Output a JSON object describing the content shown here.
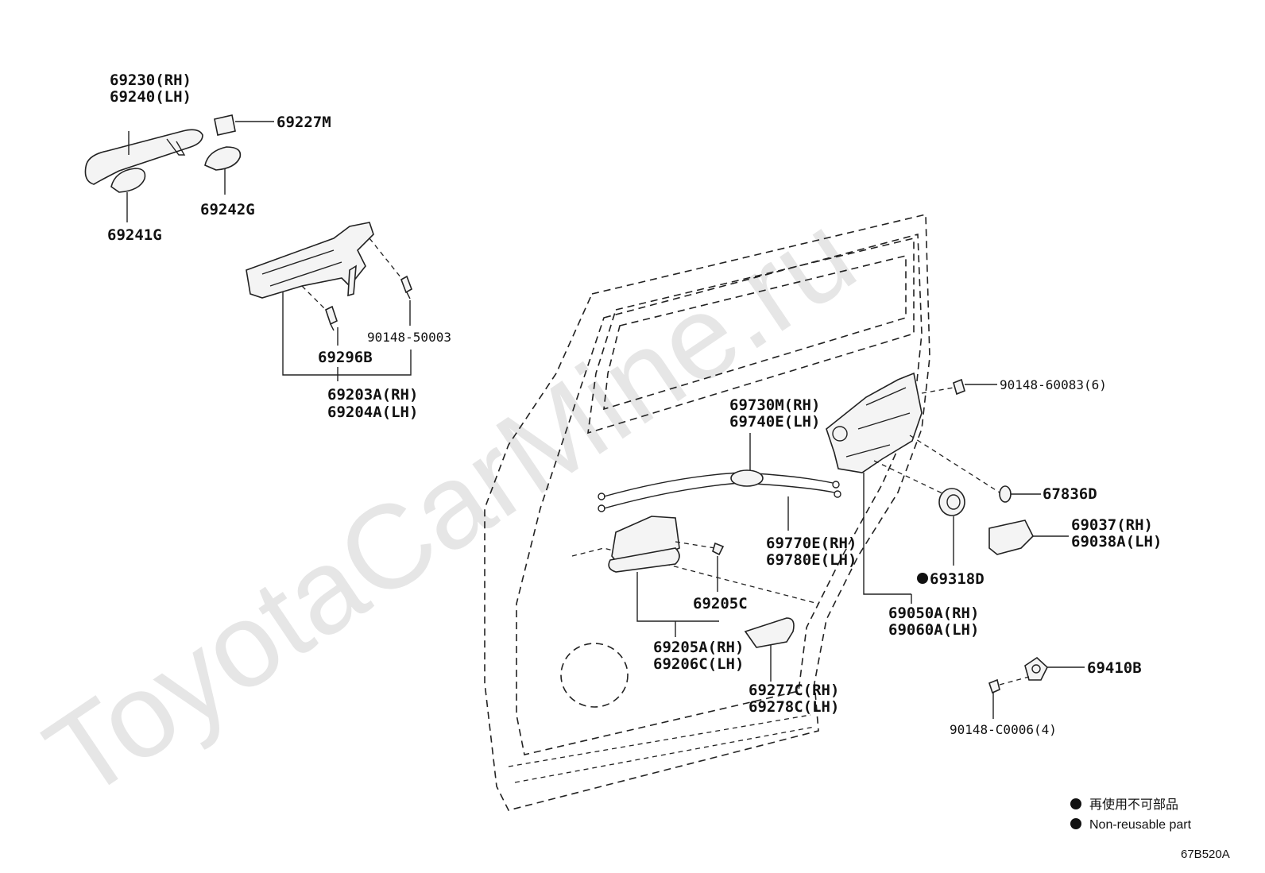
{
  "watermark": "ToyotaCarMine.ru",
  "labels": {
    "p69230": "69230(RH)",
    "p69240": "69240(LH)",
    "p69227M": "69227M",
    "p69242G": "69242G",
    "p69241G": "69241G",
    "p90148_50003": "90148-50003",
    "p69296B": "69296B",
    "p69203A": "69203A(RH)",
    "p69204A": "69204A(LH)",
    "p90148_60083": "90148-60083(6)",
    "p69730M": "69730M(RH)",
    "p69740E": "69740E(LH)",
    "p67836D": "67836D",
    "p69037": "69037(RH)",
    "p69038A": "69038A(LH)",
    "p69770E": "69770E(RH)",
    "p69780E": "69780E(LH)",
    "p69318D": "69318D",
    "p69205C": "69205C",
    "p69050A": "69050A(RH)",
    "p69060A": "69060A(LH)",
    "p69205A": "69205A(RH)",
    "p69206C": "69206C(LH)",
    "p69410B": "69410B",
    "p69277C": "69277C(RH)",
    "p69278C": "69278C(LH)",
    "p90148_C0006": "90148-C0006(4)"
  },
  "legend": {
    "line1": "再使用不可部品",
    "line2": "Non-reusable part"
  },
  "diagram_code": "67B520A"
}
